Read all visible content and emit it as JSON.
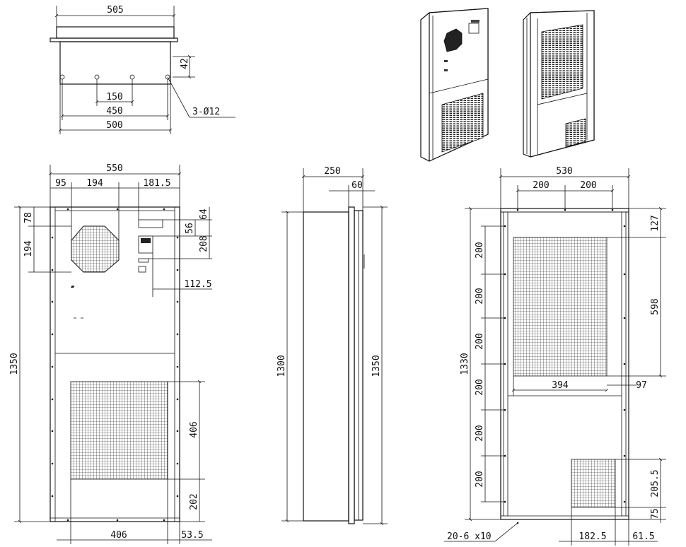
{
  "top_view": {
    "dims": {
      "width_top": "505",
      "depth": "42",
      "hole_spacing_inner": "150",
      "hole_span": "450",
      "base_width": "500",
      "holes": "3-Ø12"
    }
  },
  "front_view": {
    "dims": {
      "overall_width": "550",
      "left_offset": "95",
      "fan_width": "194",
      "right_section": "181.5",
      "top_offset": "78",
      "fan_height": "194",
      "display_offset": "64",
      "display_height": "56",
      "display_span": "208",
      "display_right": "112.5",
      "overall_height": "1350",
      "lower_grille_height": "406",
      "bottom_offset": "202",
      "lower_grille_width": "406",
      "bottom_right": "53.5"
    }
  },
  "side_view": {
    "dims": {
      "depth": "250",
      "flange": "60",
      "body_height": "1300",
      "overall_height": "1350"
    }
  },
  "rear_view": {
    "dims": {
      "overall_width": "530",
      "hole_spacing_a": "200",
      "hole_spacing_b": "200",
      "top_offset": "127",
      "upper_grille_height": "598",
      "upper_grille_width": "394",
      "right_gap": "97",
      "overall_height": "1330",
      "seg1": "200",
      "seg2": "200",
      "seg3": "200",
      "seg4": "200",
      "seg5": "200",
      "seg6": "200",
      "lower_grille_height": "205.5",
      "bottom_offset": "75",
      "lower_grille_width": "182.5",
      "bottom_right": "61.5",
      "holes": "20-6 x10"
    }
  },
  "iso_views": {
    "front_iso": "isometric-front-view",
    "rear_iso": "isometric-rear-view"
  }
}
